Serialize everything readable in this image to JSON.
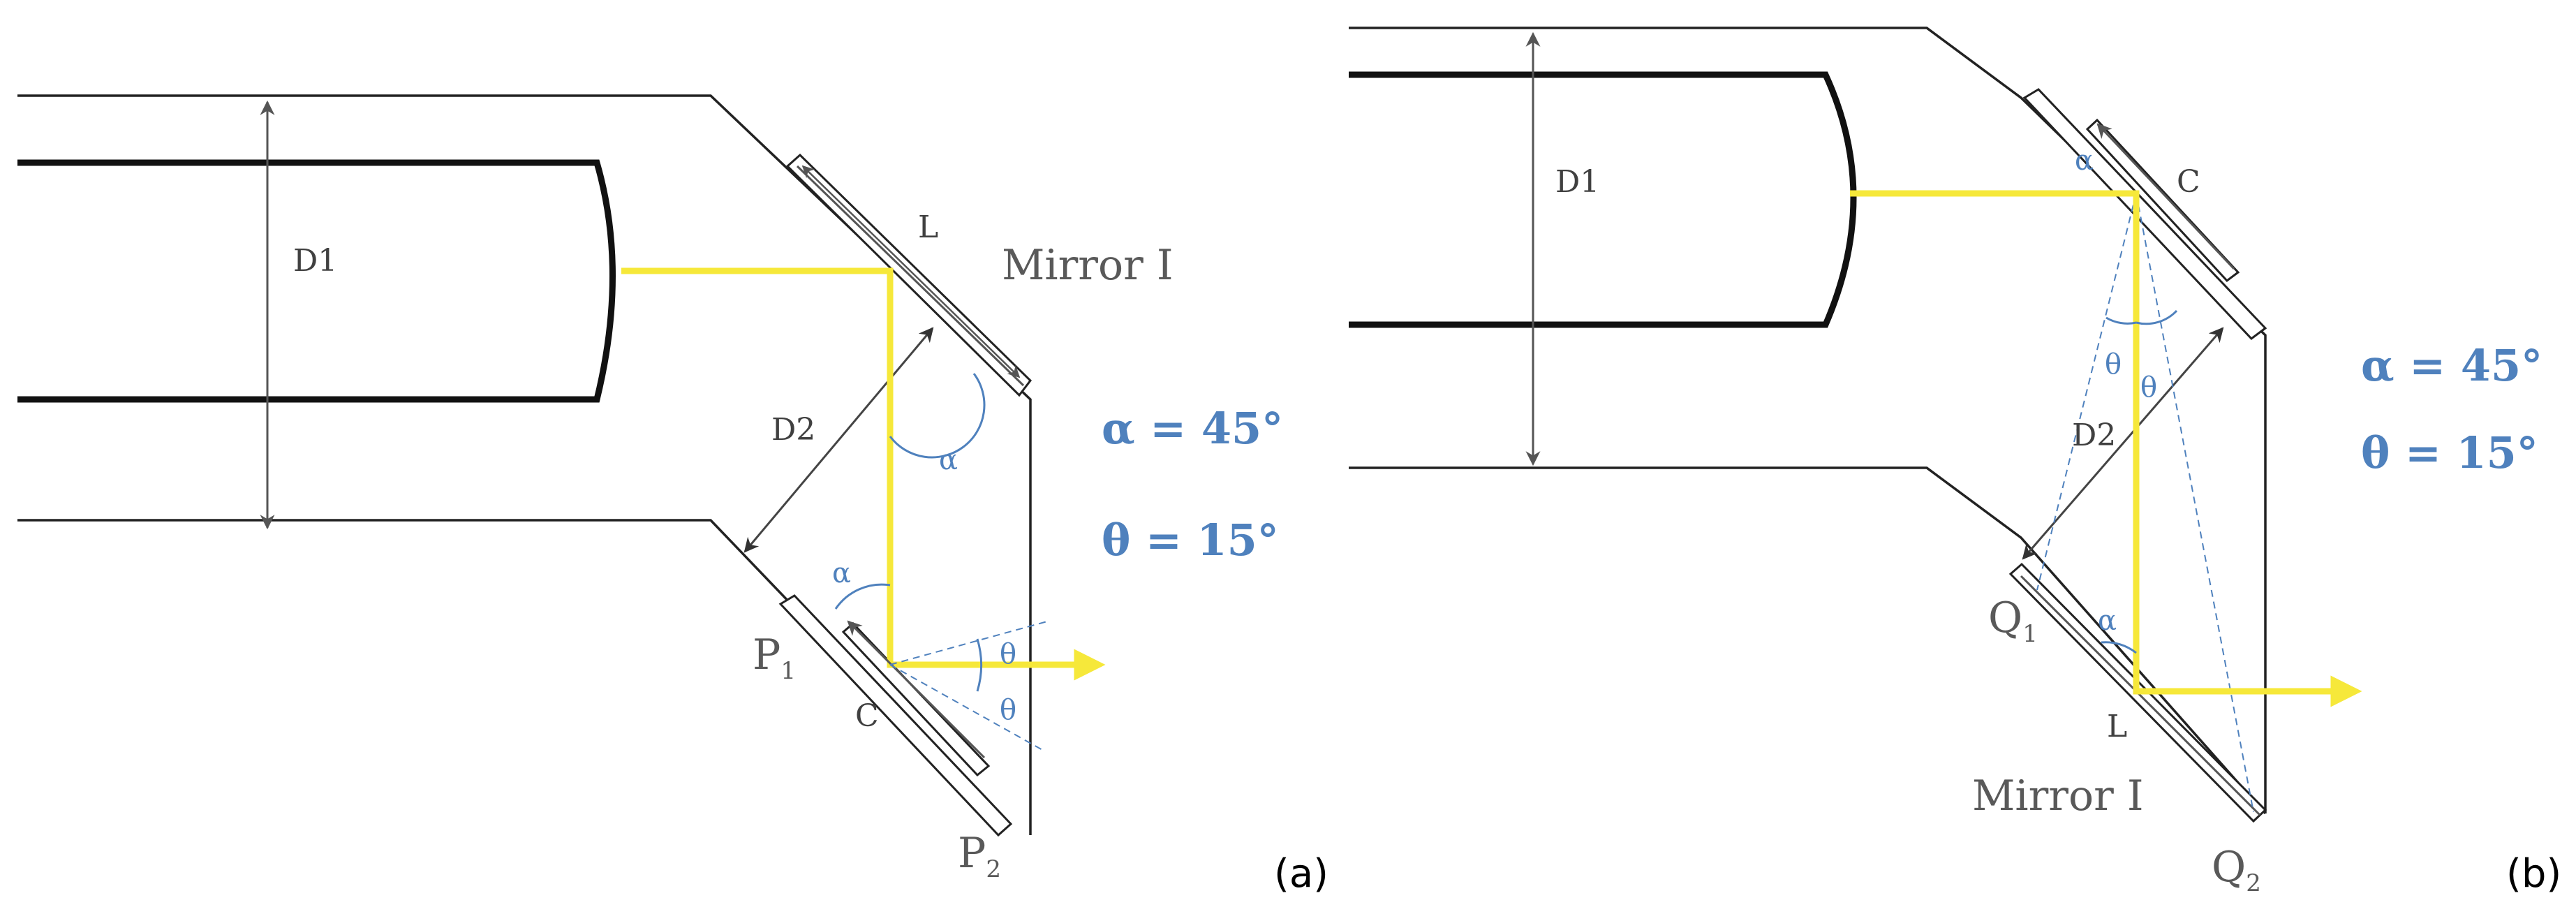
{
  "panels": [
    {
      "id": "a",
      "panel_label": "(a)",
      "labels": {
        "pipe_diameter": "D1",
        "duct_width": "D2",
        "mirror_length": "L",
        "mirror_name": "Mirror I",
        "mirror2": "C",
        "point_upper": "P",
        "point_upper_sub": "1",
        "point_lower": "P",
        "point_lower_sub": "2",
        "angle_alpha": "α",
        "angle_theta": "θ"
      },
      "alpha_text": "α = 45°",
      "theta_text": "θ = 15°"
    },
    {
      "id": "b",
      "panel_label": "(b)",
      "labels": {
        "pipe_diameter": "D1",
        "duct_width": "D2",
        "mirror_length": "L",
        "mirror_name": "Mirror I",
        "mirror2": "C",
        "point_upper": "Q",
        "point_upper_sub": "1",
        "point_lower": "Q",
        "point_lower_sub": "2",
        "angle_alpha": "α",
        "angle_theta": "θ"
      },
      "alpha_text": "α = 45°",
      "theta_text": "θ = 15°"
    }
  ],
  "colors": {
    "outline": "#222222",
    "tube": "#111111",
    "beam": "#f6e83a",
    "accent": "#4f81bd",
    "dimension": "#555555"
  }
}
